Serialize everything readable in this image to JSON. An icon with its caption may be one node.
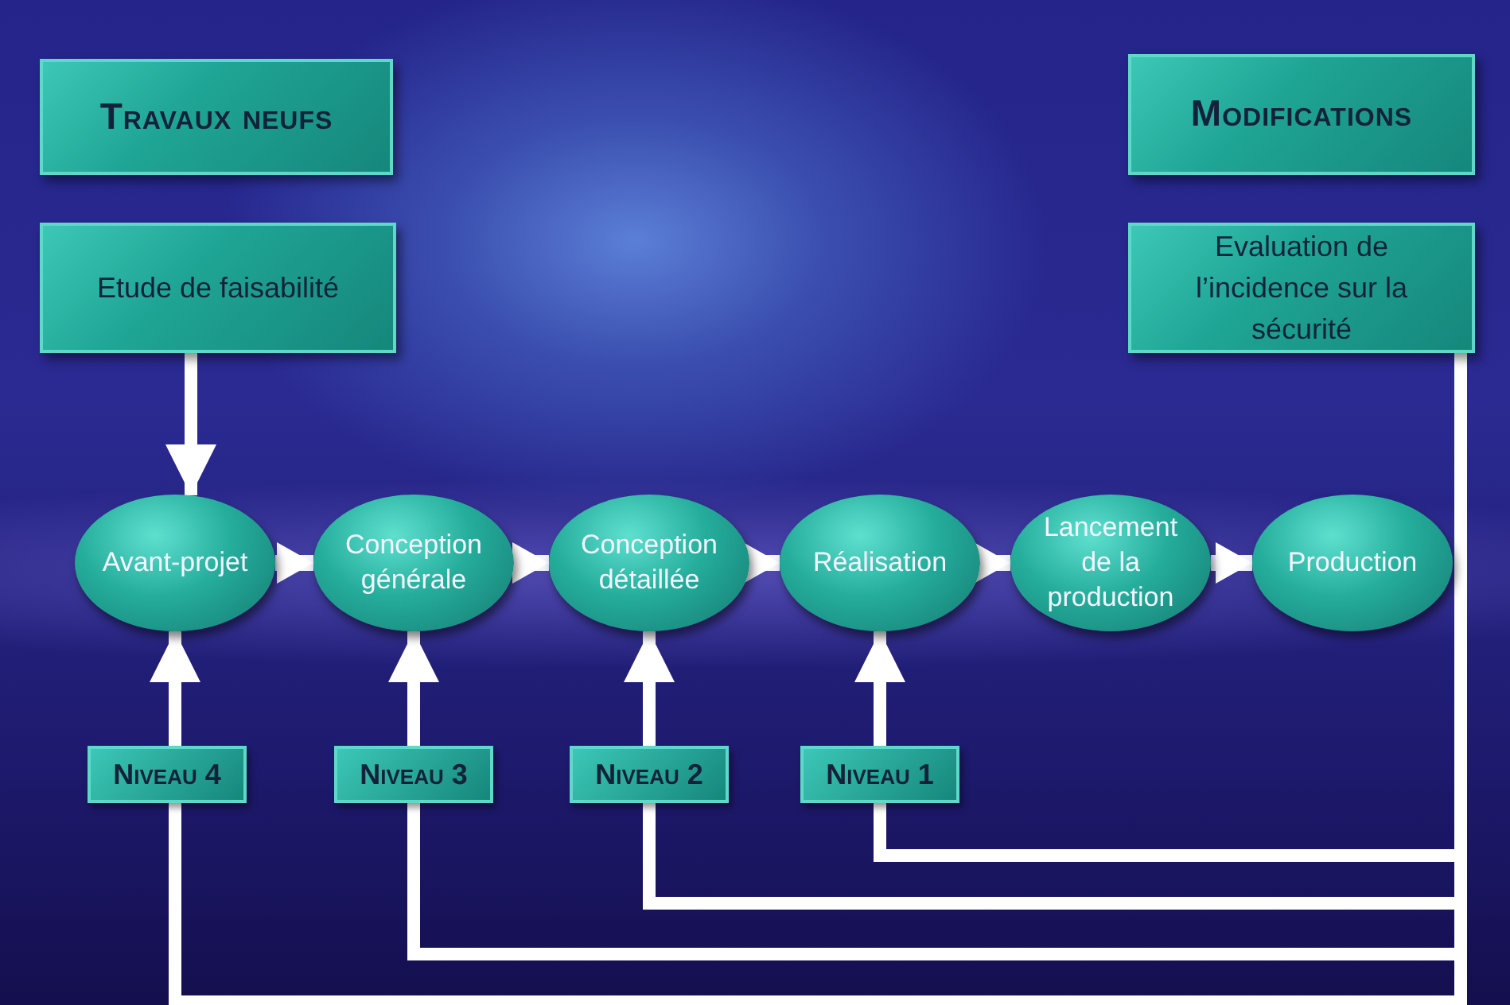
{
  "diagram": {
    "nodes": [
      {
        "text": [
          "Travaux neufs"
        ]
      },
      {
        "text": [
          "Modifications"
        ]
      },
      {
        "text": [
          "Etude de faisabilité"
        ]
      },
      {
        "text": [
          "Evaluation de l’incidence sur la sécurité"
        ]
      },
      {
        "text": [
          "Avant-projet"
        ]
      },
      {
        "text": [
          "Conception générale"
        ]
      },
      {
        "text": [
          "Conception détaillée"
        ]
      },
      {
        "text": [
          "Réalisation"
        ]
      },
      {
        "text": [
          "Lancement de la production"
        ]
      },
      {
        "text": [
          "Production"
        ]
      }
    ],
    "edges": [
      {
        "from": 2,
        "to": 4,
        "arrow": "to"
      },
      {
        "from": 4,
        "to": 5,
        "arrow": "to"
      },
      {
        "from": 5,
        "to": 6,
        "arrow": "to"
      },
      {
        "from": 6,
        "to": 7,
        "arrow": "to"
      },
      {
        "from": 7,
        "to": 8,
        "arrow": "to"
      },
      {
        "from": 8,
        "to": 9,
        "arrow": "to"
      },
      {
        "from": 3,
        "to": 7,
        "arrow": "to",
        "label": "Niveau 1"
      },
      {
        "from": 3,
        "to": 6,
        "arrow": "to",
        "label": "Niveau 2"
      },
      {
        "from": 3,
        "to": 5,
        "arrow": "to",
        "label": "Niveau 3"
      },
      {
        "from": 3,
        "to": 4,
        "arrow": "to",
        "label": "Niveau 4"
      }
    ]
  }
}
